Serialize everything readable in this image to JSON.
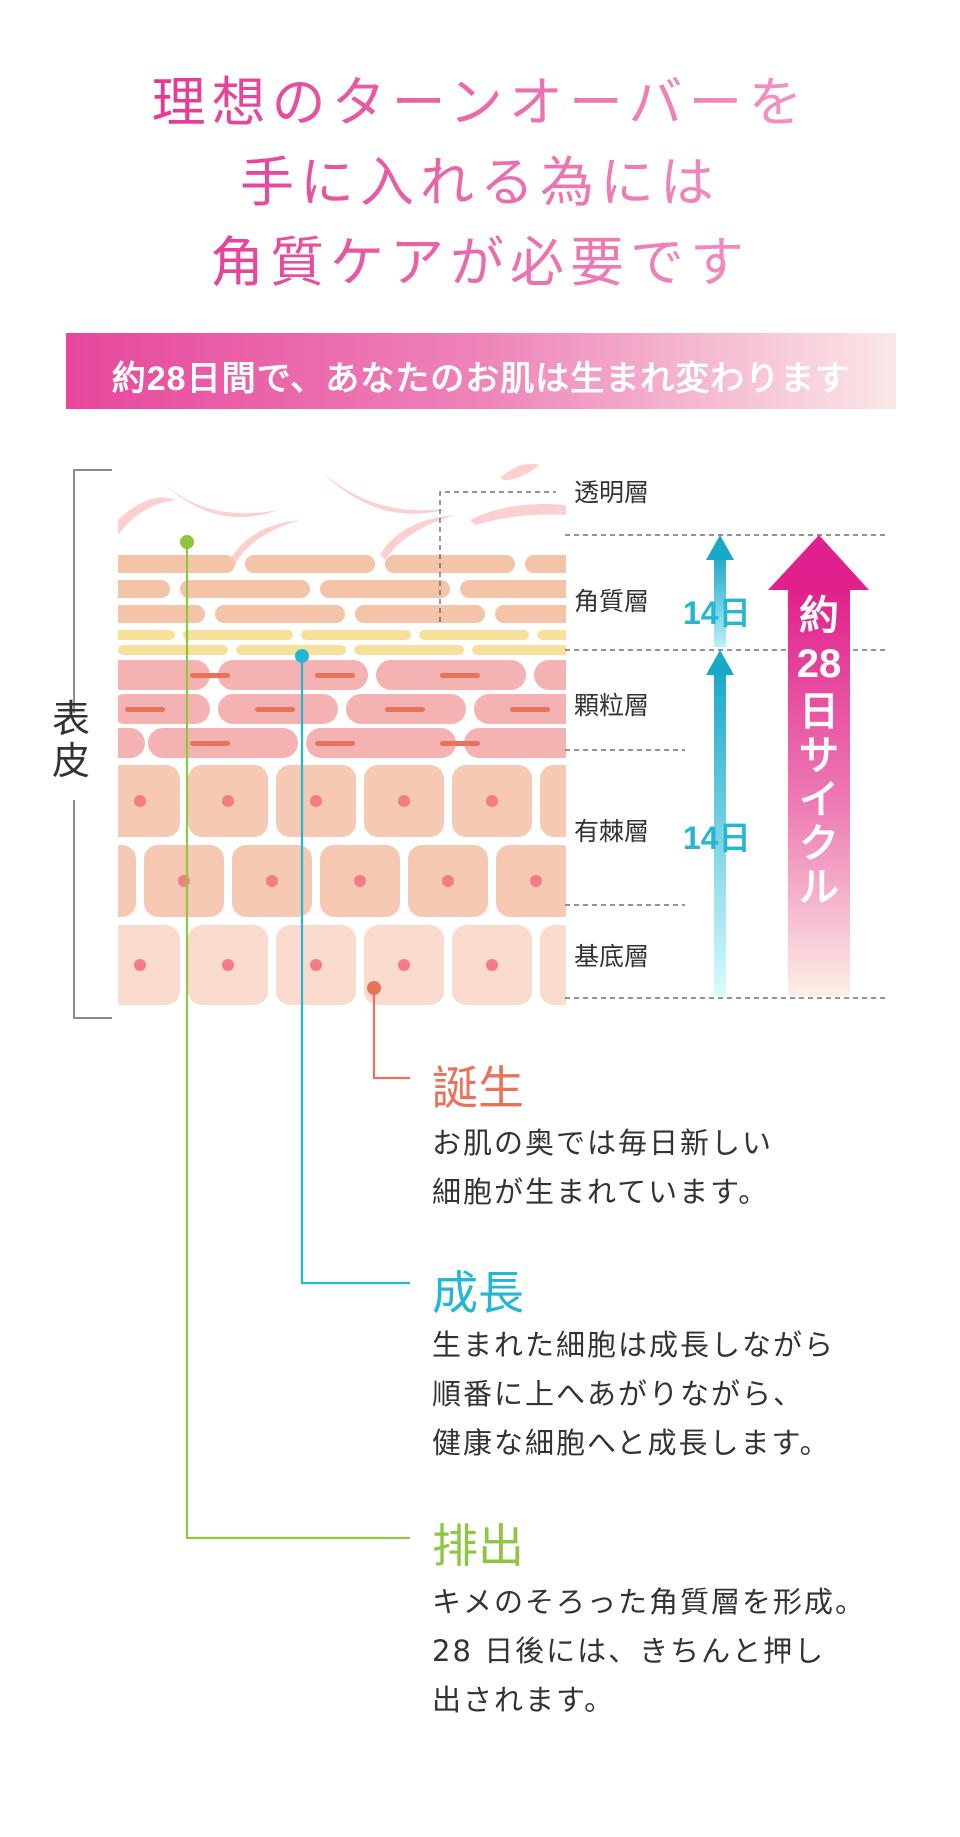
{
  "title": {
    "line1": "理想のターンオーバーを",
    "line2": "手に入れる為には",
    "line3": "角質ケアが必要です"
  },
  "banner": "約28日間で、あなたのお肌は生まれ変わります",
  "epidermis_label": {
    "top": "表",
    "bottom": "皮"
  },
  "layers": {
    "clear": "透明層",
    "horny": "角質層",
    "granular": "顆粒層",
    "spinous": "有棘層",
    "basal": "基底層"
  },
  "duration_upper": "14日",
  "duration_lower": "14日",
  "cycle": {
    "line1": "約",
    "line2": "28",
    "line3": "日サイクル"
  },
  "stages": {
    "birth": {
      "heading": "誕生",
      "line1": "お肌の奥では毎日新しい",
      "line2": "細胞が生まれています。",
      "color": "#e8735a"
    },
    "growth": {
      "heading": "成長",
      "line1": "生まれた細胞は成長しながら",
      "line2": "順番に上へあがりながら、",
      "line3": "健康な細胞へと成長します。",
      "color": "#23b7d3"
    },
    "excretion": {
      "heading": "排出",
      "line1": "キメのそろった角質層を形成。",
      "line2": "28 日後には、きちんと押し",
      "line3": "出されます。",
      "color": "#8dc63f"
    }
  },
  "colors": {
    "pink": "#e0208c",
    "cyan": "#23b7d3",
    "green": "#8dc63f",
    "orange": "#e8735a"
  }
}
